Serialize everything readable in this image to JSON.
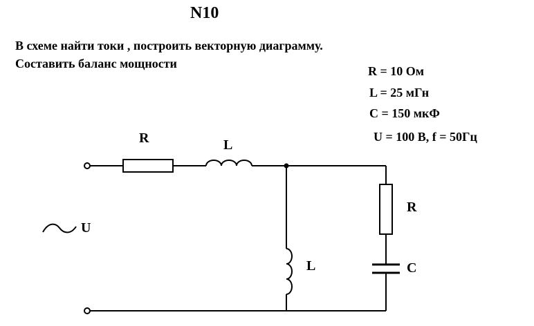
{
  "title": "N10",
  "task": {
    "line1": "В схеме найти токи , построить векторную диаграмму.",
    "line2": "Составить баланс мощности"
  },
  "params": {
    "r": "R =  10 Ом",
    "l": "L =  25 мГн",
    "c": "C = 150 мкФ",
    "u": "U = 100 В, f = 50Гц"
  },
  "circuit": {
    "label_r_series": "R",
    "label_l_series": "L",
    "label_source": "U",
    "label_l_branch": "L",
    "label_r_branch": "R",
    "label_c_branch": "C"
  }
}
